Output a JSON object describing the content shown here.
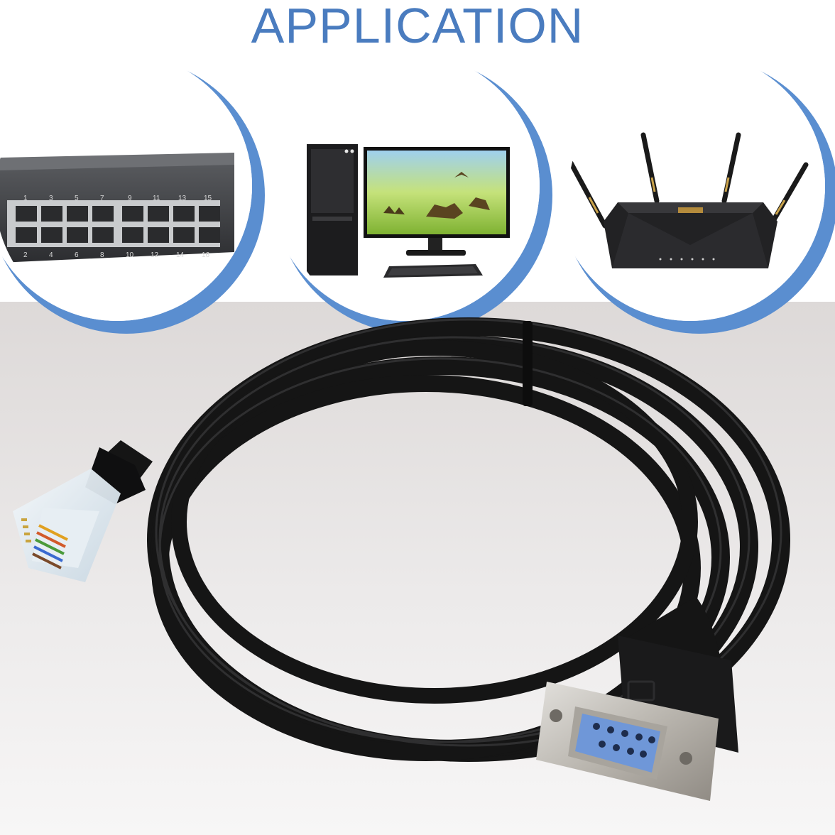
{
  "header": {
    "title": "APPLICATION"
  },
  "applications": [
    {
      "device": "network-switch",
      "port_labels_top": [
        "1",
        "3",
        "5",
        "7",
        "9",
        "11",
        "13",
        "15"
      ],
      "port_labels_bottom": [
        "2",
        "4",
        "6",
        "8",
        "10",
        "12",
        "14",
        "16"
      ]
    },
    {
      "device": "desktop-computer"
    },
    {
      "device": "wireless-router"
    }
  ],
  "product": {
    "item": "rj45-to-db9-console-cable"
  },
  "colors": {
    "accent": "#4a7cbf",
    "ring": "#5a8ed0",
    "cable": "#151515",
    "db9_insert": "#6f97d8"
  }
}
